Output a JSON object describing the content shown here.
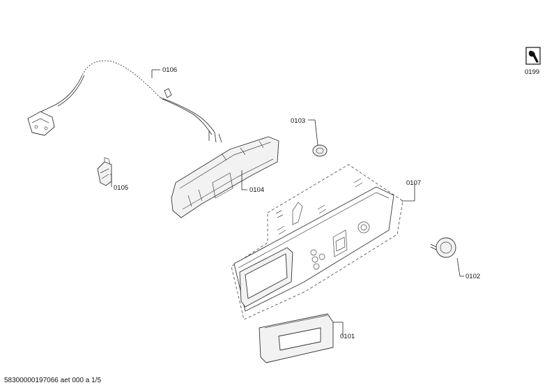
{
  "labels": {
    "p0106": "0106",
    "p0103": "0103",
    "p0105": "0105",
    "p0104": "0104",
    "p0107": "0107",
    "p0102": "0102",
    "p0101": "0101",
    "p0199": "0199"
  },
  "footer": "58300000197066 aet 000 a 1/5",
  "icons": {
    "service": "wrench-icon"
  }
}
